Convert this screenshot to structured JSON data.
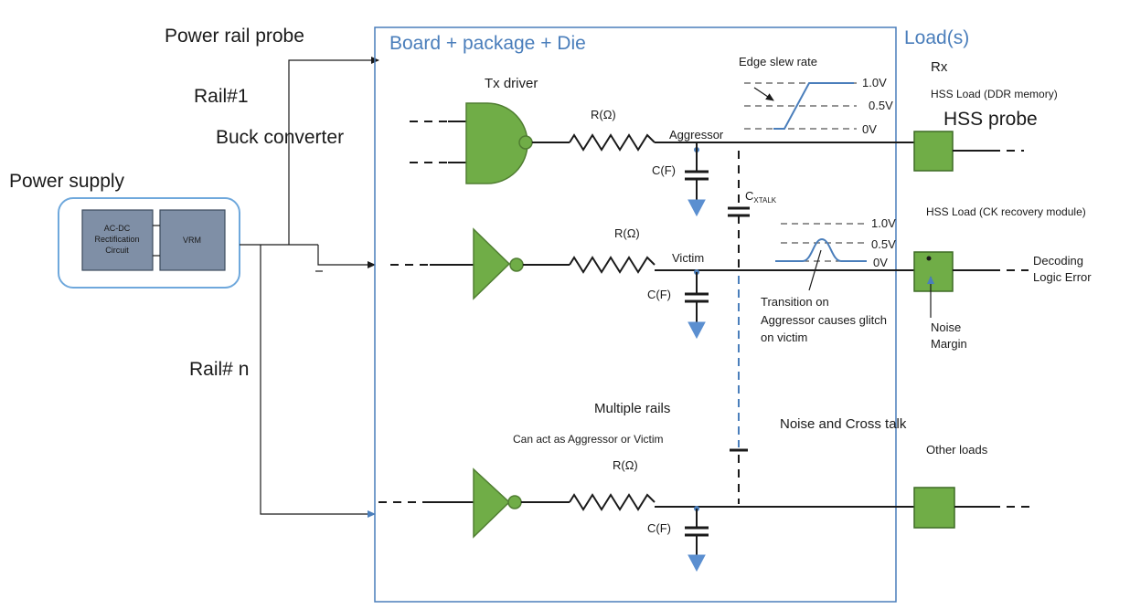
{
  "labels": {
    "power_rail_probe": "Power rail probe",
    "rail1": "Rail#1",
    "buck_converter": "Buck converter",
    "power_supply": "Power supply",
    "acdc_line1": "AC-DC",
    "acdc_line2": "Rectification",
    "acdc_line3": "Circuit",
    "vrm": "VRM",
    "rail_n": "Rail# n",
    "board": "Board + package + Die",
    "loads": "Load(s)",
    "tx_driver": "Tx driver",
    "edge_slew_rate": "Edge slew rate",
    "rx": "Rx",
    "hss_load_ddr": "HSS Load (DDR memory)",
    "hss_probe": "HSS probe",
    "hss_load_ck": "HSS Load (CK recovery module)",
    "r1": "R(Ω)",
    "r2": "R(Ω)",
    "r3": "R(Ω)",
    "c1": "C(F)",
    "c2": "C(F)",
    "c3": "C(F)",
    "aggressor": "Aggressor",
    "victim": "Victim",
    "cx_main": "C",
    "cx_sub": "XTALK",
    "v1": "1.0V",
    "v05": "0.5V",
    "v0": "0V",
    "g_v1": "1.0V",
    "g_v05": "0.5V",
    "g_v0": "0V",
    "transition_1": "Transition on",
    "transition_2": "Aggressor causes glitch",
    "transition_3": "on victim",
    "noise_margin_1": "Noise",
    "noise_margin_2": "Margin",
    "decoding_1": "Decoding",
    "decoding_2": "Logic Error",
    "multiple_rails": "Multiple rails",
    "can_act": "Can act as Aggressor or Victim",
    "noise_crosstalk": "Noise and Cross talk",
    "other_loads": "Other loads"
  },
  "colors": {
    "green": "#70ad47",
    "blue_text": "#4a7ebb",
    "box_border": "#4a7ebb",
    "supply_fill": "#7f8fa6"
  }
}
